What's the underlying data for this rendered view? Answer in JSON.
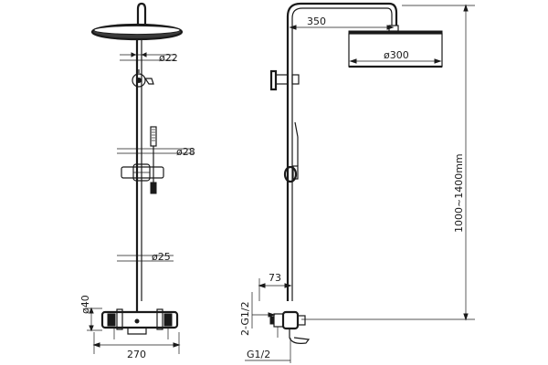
{
  "labels": {
    "arm_reach": "350",
    "head_diameter_side": "ø300",
    "head_connector_diameter": "ø22",
    "handshower_diameter": "ø28",
    "rail_diameter": "ø25",
    "mixer_body_diameter": "ø40",
    "centres_width": "270",
    "wall_offset": "73",
    "inlet_thread_pair": "2-G1/2",
    "outlet_thread": "G1/2",
    "height_range": "1000~1400mm"
  }
}
